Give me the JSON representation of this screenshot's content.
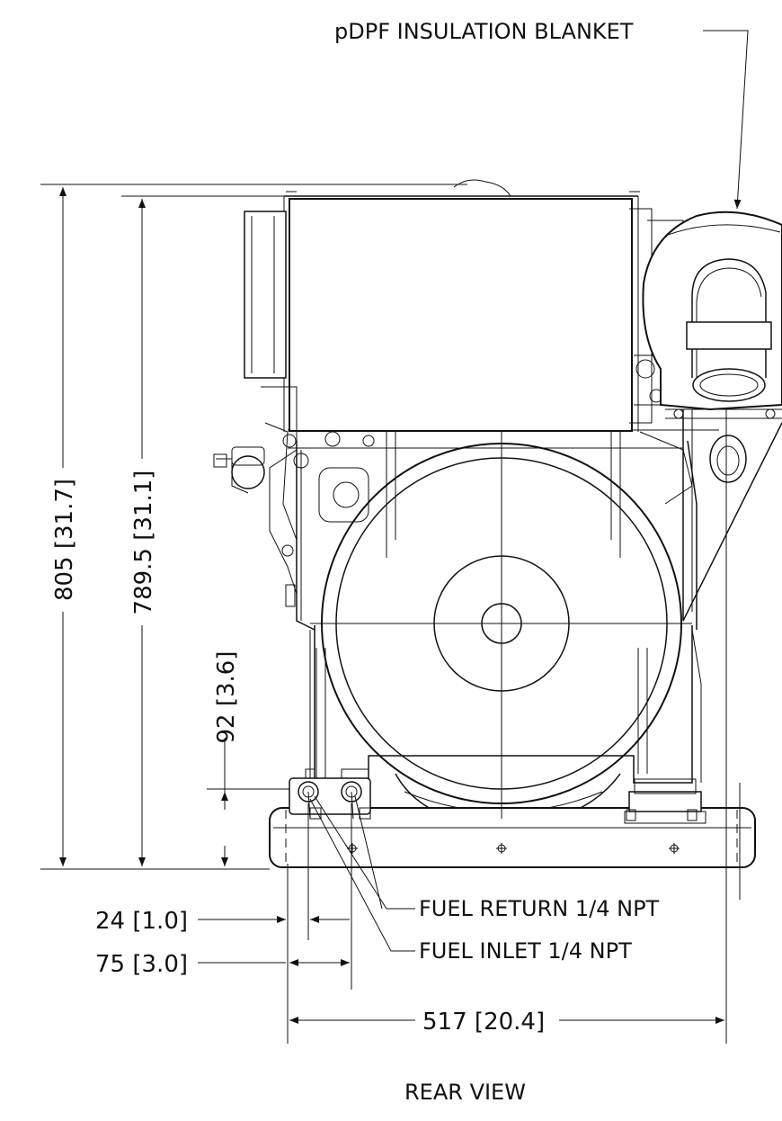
{
  "labels": {
    "blanket": "pDPF INSULATION BLANKET",
    "fuel_return": "FUEL RETURN 1/4 NPT",
    "fuel_inlet": "FUEL INLET 1/4 NPT",
    "view": "REAR VIEW"
  },
  "dimensions": {
    "overall_height": {
      "mm": "805",
      "in": "31.7"
    },
    "box_height": {
      "mm": "789.5",
      "in": "31.1"
    },
    "fuel_height": {
      "mm": "92",
      "in": "3.6"
    },
    "fuel_return_offset": {
      "mm": "24",
      "in": "1.0"
    },
    "fuel_inlet_offset": {
      "mm": "75",
      "in": "3.0"
    },
    "overall_width": {
      "mm": "517",
      "in": "20.4"
    }
  }
}
